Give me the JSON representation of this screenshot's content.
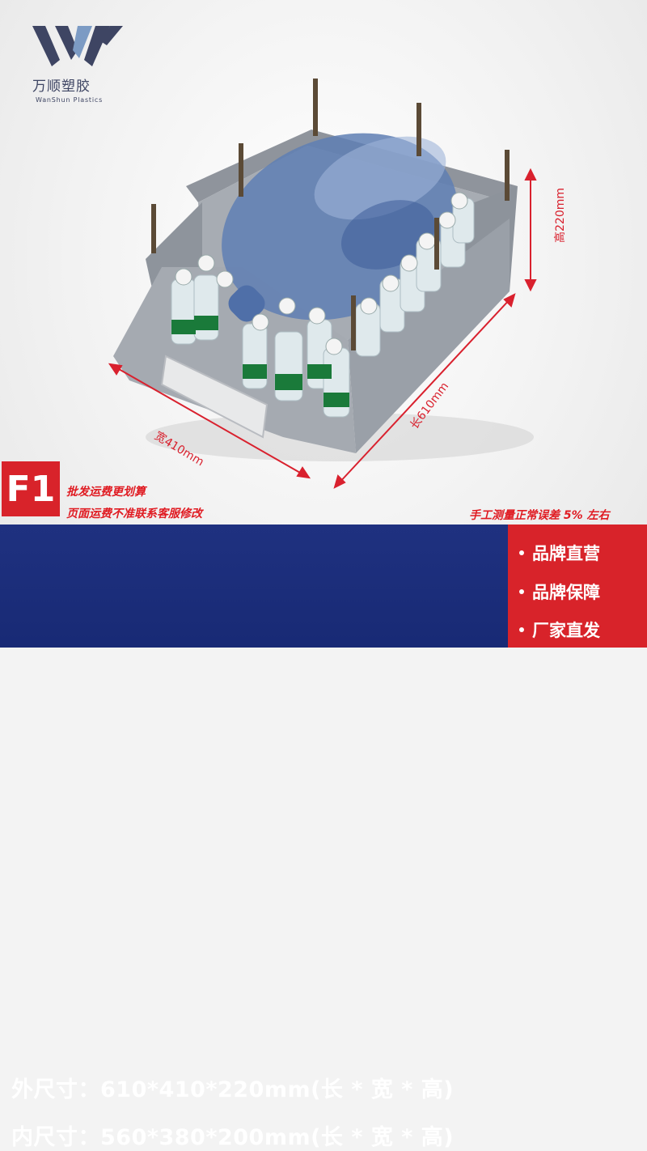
{
  "brand": {
    "name_cn": "万顺塑胶",
    "name_en": "WanShun Plastics",
    "colors": {
      "primary": "#3e4563",
      "accent": "#7c9bc4"
    }
  },
  "dimensions": {
    "width_label": "宽410mm",
    "length_label": "长610mm",
    "height_label": "高220mm",
    "arrow_color": "#d9212e"
  },
  "model": {
    "label": "F1",
    "color": "#d8232a"
  },
  "notes": [
    "批发运费更划算",
    "页面运费不准联系客服修改"
  ],
  "tolerance": "手工测量正常误差 5% 左右",
  "specs": {
    "outer": "外尺寸：610*410*220mm(长 * 宽 * 高)",
    "inner": "内尺寸：560*380*200mm(长 * 宽 * 高)",
    "bg_color": "#1f3180"
  },
  "features": [
    "品牌直营",
    "品牌保障",
    "厂家直发"
  ],
  "product": {
    "icons": [
      "storage-bin-illustration",
      "water-jug-illustration",
      "water-bottle-icon"
    ]
  }
}
